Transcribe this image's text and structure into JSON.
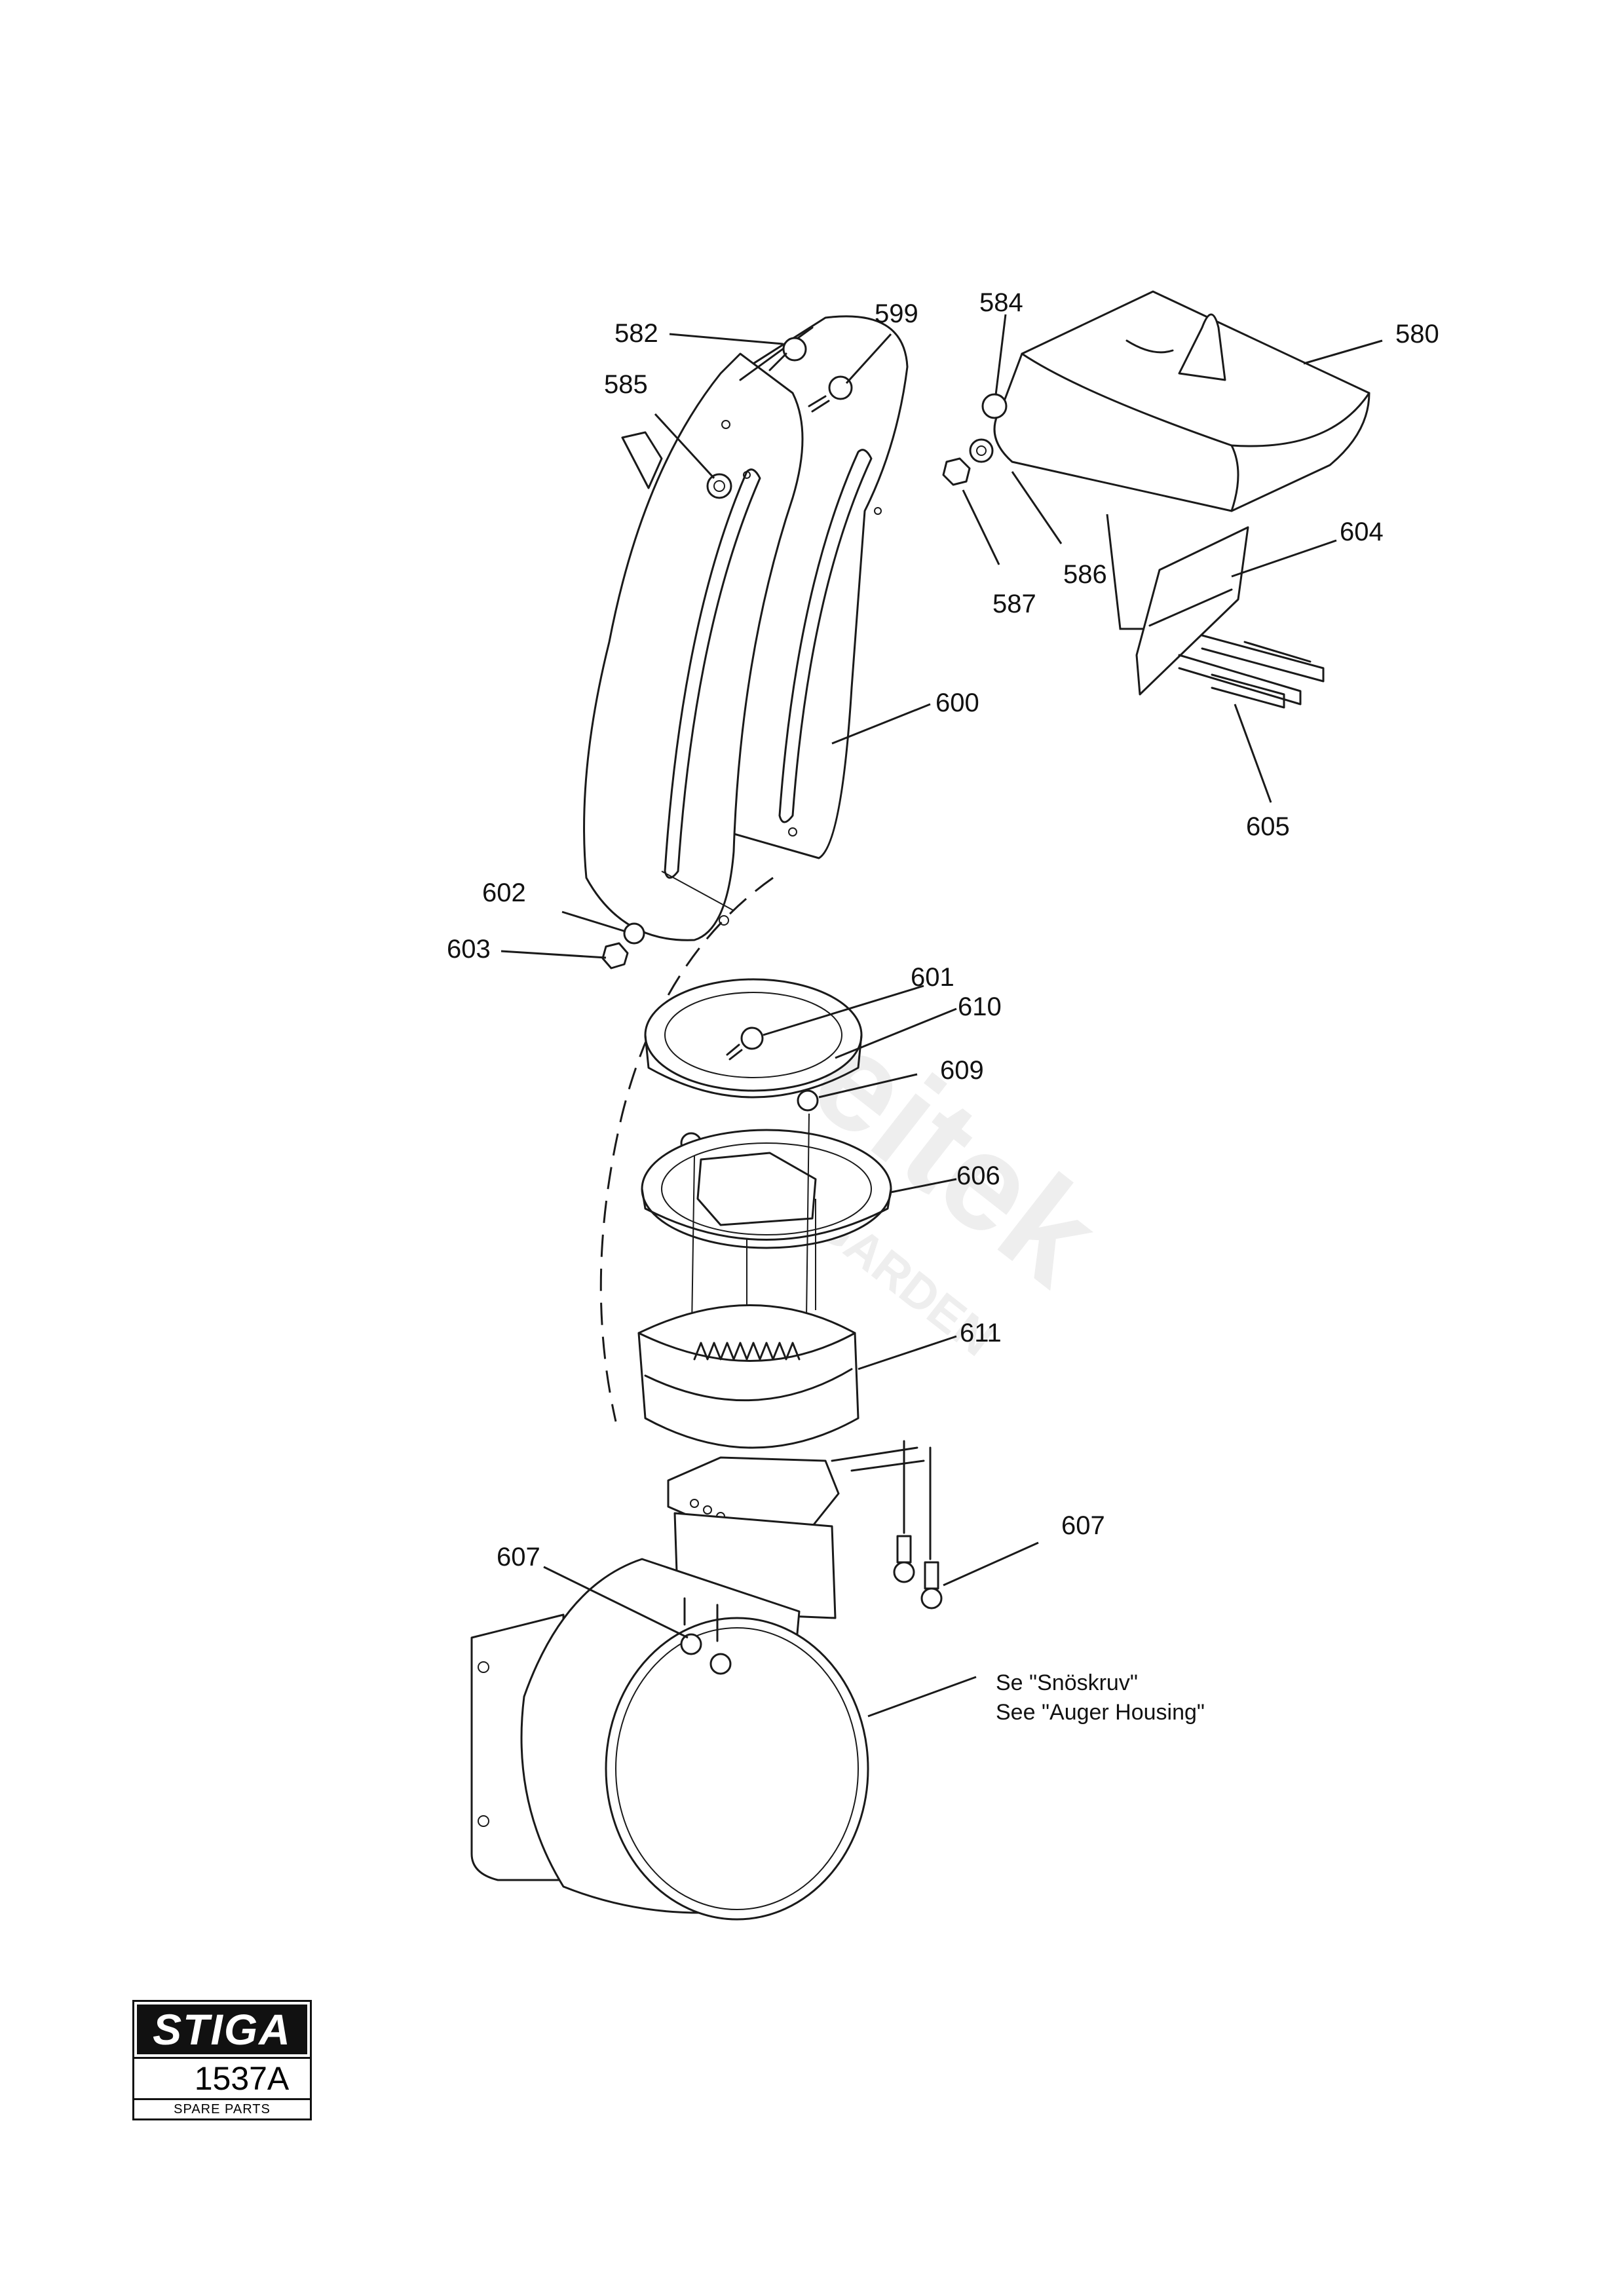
{
  "watermark": {
    "brand": "Jeitek",
    "sub": "GARDEN"
  },
  "part_labels": {
    "p580": "580",
    "p582": "582",
    "p584": "584",
    "p585": "585",
    "p586": "586",
    "p587": "587",
    "p599": "599",
    "p600": "600",
    "p601": "601",
    "p602": "602",
    "p603": "603",
    "p604": "604",
    "p605": "605",
    "p606": "606",
    "p607a": "607",
    "p607b": "607",
    "p609": "609",
    "p610": "610",
    "p611": "611"
  },
  "note": {
    "line1": "Se \"Snöskruv\"",
    "line2": "See \"Auger Housing\""
  },
  "logo": {
    "brand": "STIGA",
    "code": "1537A",
    "subtitle": "SPARE PARTS"
  }
}
